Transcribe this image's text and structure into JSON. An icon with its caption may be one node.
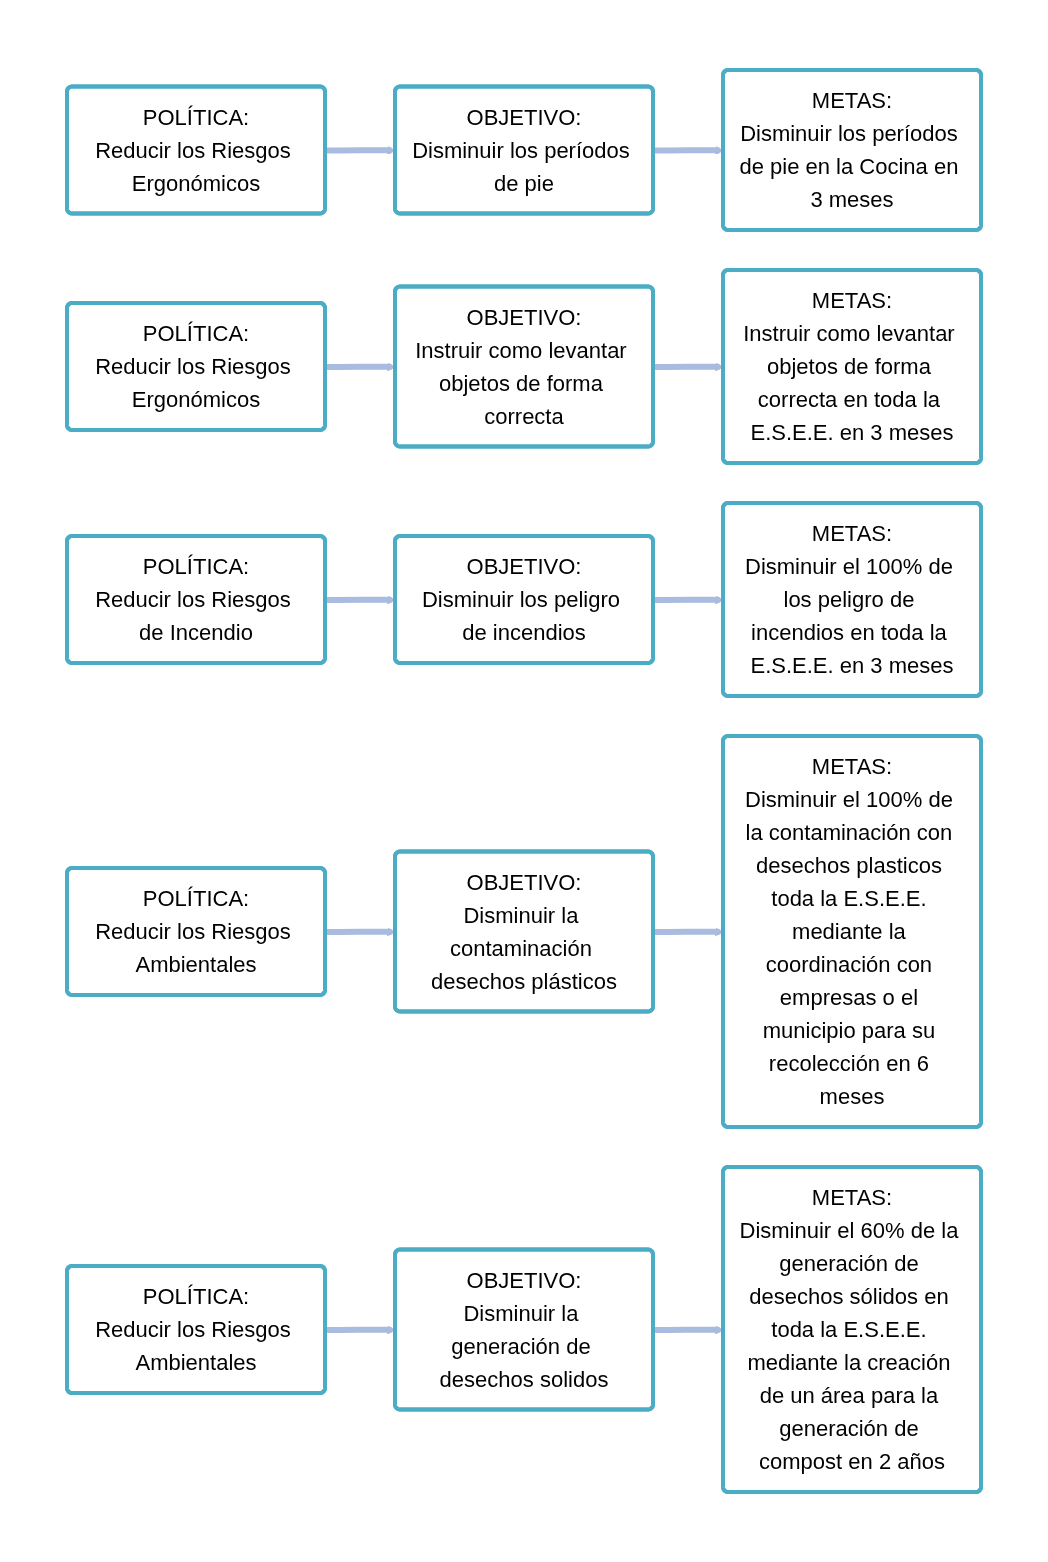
{
  "diagram": {
    "nodes": [
      {
        "text": [
          "POLÍTICA:",
          "Reducir los Riesgos Ergonómicos"
        ]
      },
      {
        "text": [
          "OBJETIVO:",
          "Disminuir los períodos de pie"
        ]
      },
      {
        "text": [
          "METAS:",
          "Disminuir los períodos de pie en la Cocina en 3 meses"
        ]
      },
      {
        "text": [
          "POLÍTICA:",
          "Reducir los Riesgos Ergonómicos"
        ]
      },
      {
        "text": [
          "OBJETIVO:",
          "Instruir como levantar objetos de forma correcta"
        ]
      },
      {
        "text": [
          "METAS:",
          "Instruir como levantar objetos de forma correcta en toda la E.S.E.E. en 3 meses"
        ]
      },
      {
        "text": [
          "POLÍTICA:",
          "Reducir los Riesgos de Incendio"
        ]
      },
      {
        "text": [
          "OBJETIVO:",
          "Disminuir los peligro de incendios"
        ]
      },
      {
        "text": [
          "METAS:",
          "Disminuir el 100% de los peligro de incendios en toda la E.S.E.E. en 3 meses"
        ]
      },
      {
        "text": [
          "POLÍTICA:",
          "Reducir los Riesgos Ambientales"
        ]
      },
      {
        "text": [
          "OBJETIVO:",
          "Disminuir la contaminación desechos plásticos"
        ]
      },
      {
        "text": [
          "METAS:",
          "Disminuir el 100% de la contaminación con desechos plasticos toda la E.S.E.E. mediante la coordinación con empresas o el municipio para su recolección en 6 meses"
        ]
      },
      {
        "text": [
          "POLÍTICA:",
          "Reducir los Riesgos Ambientales"
        ]
      },
      {
        "text": [
          "OBJETIVO:",
          "Disminuir la generación de desechos solidos"
        ]
      },
      {
        "text": [
          "METAS:",
          "Disminuir el 60% de la generación de desechos sólidos en toda la E.S.E.E. mediante la creación de un área para la generación de compost en 2 años"
        ]
      }
    ],
    "edges": [
      {
        "from": 0,
        "to": 1,
        "arrow": "to"
      },
      {
        "from": 1,
        "to": 2,
        "arrow": "to"
      },
      {
        "from": 3,
        "to": 4,
        "arrow": "to"
      },
      {
        "from": 4,
        "to": 5,
        "arrow": "to"
      },
      {
        "from": 6,
        "to": 7,
        "arrow": "to"
      },
      {
        "from": 7,
        "to": 8,
        "arrow": "to"
      },
      {
        "from": 9,
        "to": 10,
        "arrow": "to"
      },
      {
        "from": 10,
        "to": 11,
        "arrow": "to"
      },
      {
        "from": 12,
        "to": 13,
        "arrow": "to"
      },
      {
        "from": 13,
        "to": 14,
        "arrow": "to"
      }
    ]
  }
}
